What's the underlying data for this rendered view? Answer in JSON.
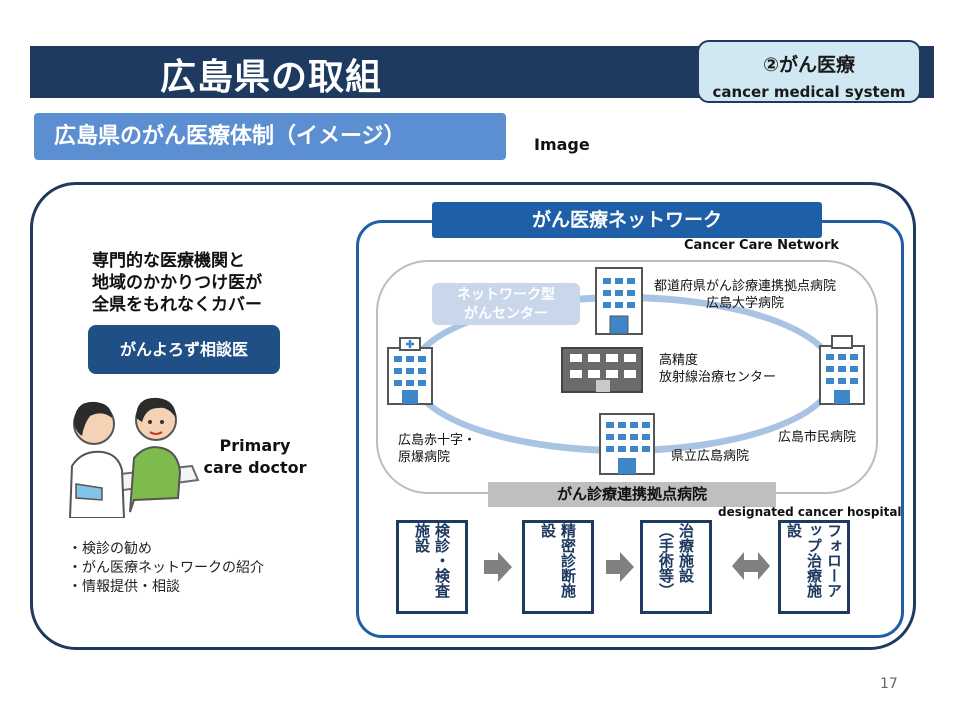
{
  "header": {
    "title": "広島県の取組",
    "category_jp": "②がん医療",
    "category_en": "cancer medical system"
  },
  "subtitle": "広島県のがん医療体制（イメージ）",
  "image_label": "Image",
  "left": {
    "lead_lines": [
      "専門的な医療機関と",
      "地域のかかりつけ医が",
      "全県をもれなくカバー"
    ],
    "yorozu_button": "がんよろず相談医",
    "primary_care_lines": [
      "Primary",
      "care doctor"
    ],
    "services": [
      "・検診の勧め",
      "・がん医療ネットワークの紹介",
      "・情報提供・相談"
    ]
  },
  "network": {
    "title": "がん医療ネットワーク",
    "title_en": "Cancer Care Network",
    "center_tag_lines": [
      "ネットワーク型",
      "がんセンター"
    ],
    "hospitals": {
      "prefectural_lines": [
        "都道府県がん診療連携拠点病院",
        "広島大学病院"
      ],
      "radiation_lines": [
        "高精度",
        "放射線治療センター"
      ],
      "redcross_lines": [
        "広島赤十字・",
        "原爆病院"
      ],
      "civic": "広島市民病院",
      "kenritsu": "県立広島病院"
    },
    "designated_label": "がん診療連携拠点病院",
    "designated_en": "designated cancer hospital",
    "facilities": [
      "検診・検査施設",
      "精密診断施設",
      "治療施設（手術等）",
      "フォローアップ治療施設"
    ]
  },
  "page_number": "17",
  "colors": {
    "navy": "#1f3a60",
    "network_blue": "#1f5fa8",
    "subtitle_blue": "#5b8fd2",
    "ring_blue": "#a9c4e3",
    "badge_bg": "#cfe8f2"
  },
  "icons": [
    "hospital-building-icon",
    "radiation-center-building-icon",
    "doctor-patient-illustration",
    "right-arrow-icon",
    "double-arrow-icon"
  ]
}
